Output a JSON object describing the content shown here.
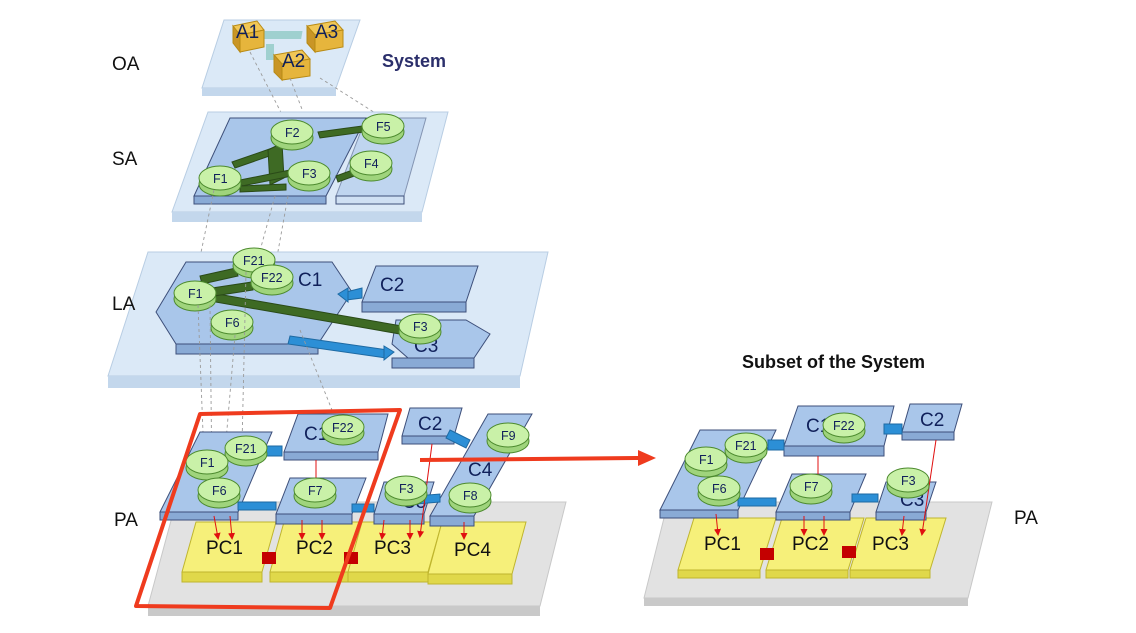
{
  "diagram": {
    "title": "System",
    "subset_title": "Subset of the System",
    "levels": {
      "oa": "OA",
      "sa": "SA",
      "la": "LA",
      "pa": "PA",
      "pa_right": "PA"
    },
    "actors": [
      "A1",
      "A2",
      "A3"
    ],
    "sa_functions": [
      "F1",
      "F2",
      "F3",
      "F4",
      "F5"
    ],
    "la_components": [
      "C1",
      "C2",
      "C3"
    ],
    "la_functions": [
      "F1",
      "F21",
      "F22",
      "F6",
      "F3"
    ],
    "pa_components": [
      "C1",
      "C2",
      "C3",
      "C4"
    ],
    "pa_functions": [
      "F1",
      "F21",
      "F22",
      "F6",
      "F7",
      "F3",
      "F8",
      "F9"
    ],
    "physical_components": [
      "PC1",
      "PC2",
      "PC3",
      "PC4"
    ],
    "subset_components": [
      "C1",
      "C2",
      "C3"
    ],
    "subset_functions": [
      "F1",
      "F21",
      "F22",
      "F6",
      "F7",
      "F3"
    ],
    "subset_physical": [
      "PC1",
      "PC2",
      "PC3"
    ]
  },
  "colors": {
    "platform_fill": "#dbe9f7",
    "platform_edge": "#9db9d8",
    "component_fill": "#a9c6ea",
    "component_edge": "#3d4f7a",
    "function_fill": "#c9f1a8",
    "function_edge": "#4c8a2e",
    "exchange_green": "#3e6a24",
    "exchange_blue": "#2c8fd6",
    "actor_fill": "#e6b53c",
    "pc_fill": "#f6f07a",
    "highlight": "#ef3b1e",
    "allocation_red": "#e01010",
    "base_grey": "#d9d9d9"
  }
}
